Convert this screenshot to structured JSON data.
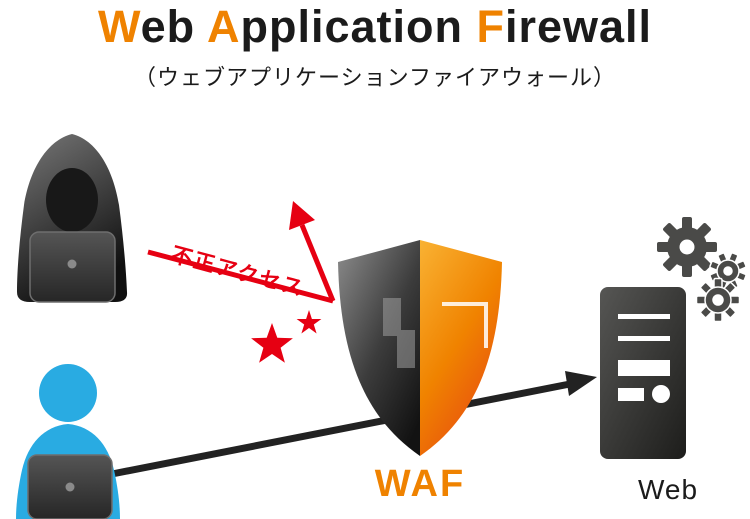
{
  "title": {
    "part1": "W",
    "part2": "eb ",
    "part3": "A",
    "part4": "pplication ",
    "part5": "F",
    "part6": "irewall"
  },
  "subtitle": "（ウェブアプリケーションファイアウォール）",
  "labels": {
    "attack": "不正アクセス",
    "waf": "WAF",
    "web": "Web"
  },
  "icons": {
    "attacker": "hooded-hacker-with-laptop",
    "user": "blue-person-with-laptop",
    "shield": "waf-shield-half-gray-half-orange",
    "server": "web-server-tower",
    "gears": "three-gears",
    "bursts": "red-impact-sparks"
  },
  "colors": {
    "accent_orange": "#ef8200",
    "attack_red": "#e60012",
    "user_blue": "#29abe2",
    "dark_gray": "#3e3a39"
  }
}
